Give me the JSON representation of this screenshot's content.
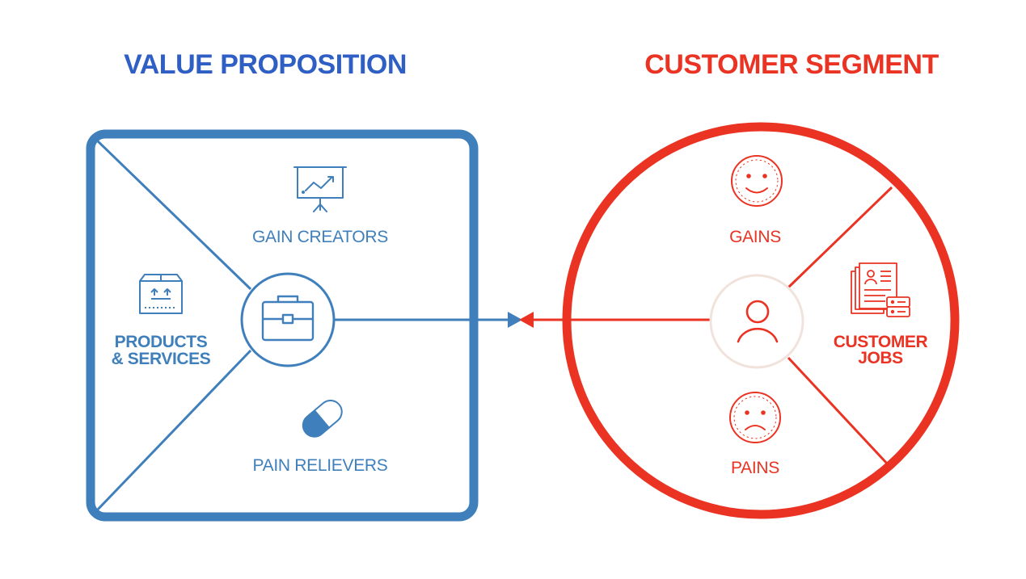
{
  "colors": {
    "value_blue": "#3f7fbb",
    "title_blue": "#2f5fc4",
    "customer_red": "#ea3323",
    "white": "#ffffff"
  },
  "value_proposition": {
    "title": "VALUE PROPOSITION",
    "gain_creators": "GAIN CREATORS",
    "products_line1": "PRODUCTS",
    "products_line2": "& SERVICES",
    "pain_relievers": "PAIN RELIEVERS",
    "icons": [
      "presentation-chart-icon",
      "box-icon",
      "pill-icon",
      "briefcase-icon"
    ]
  },
  "customer_segment": {
    "title": "CUSTOMER SEGMENT",
    "gains": "GAINS",
    "pains": "PAINS",
    "jobs_line1": "CUSTOMER",
    "jobs_line2": "JOBS",
    "icons": [
      "smiley-face-icon",
      "sad-face-icon",
      "documents-icon",
      "user-icon"
    ]
  }
}
